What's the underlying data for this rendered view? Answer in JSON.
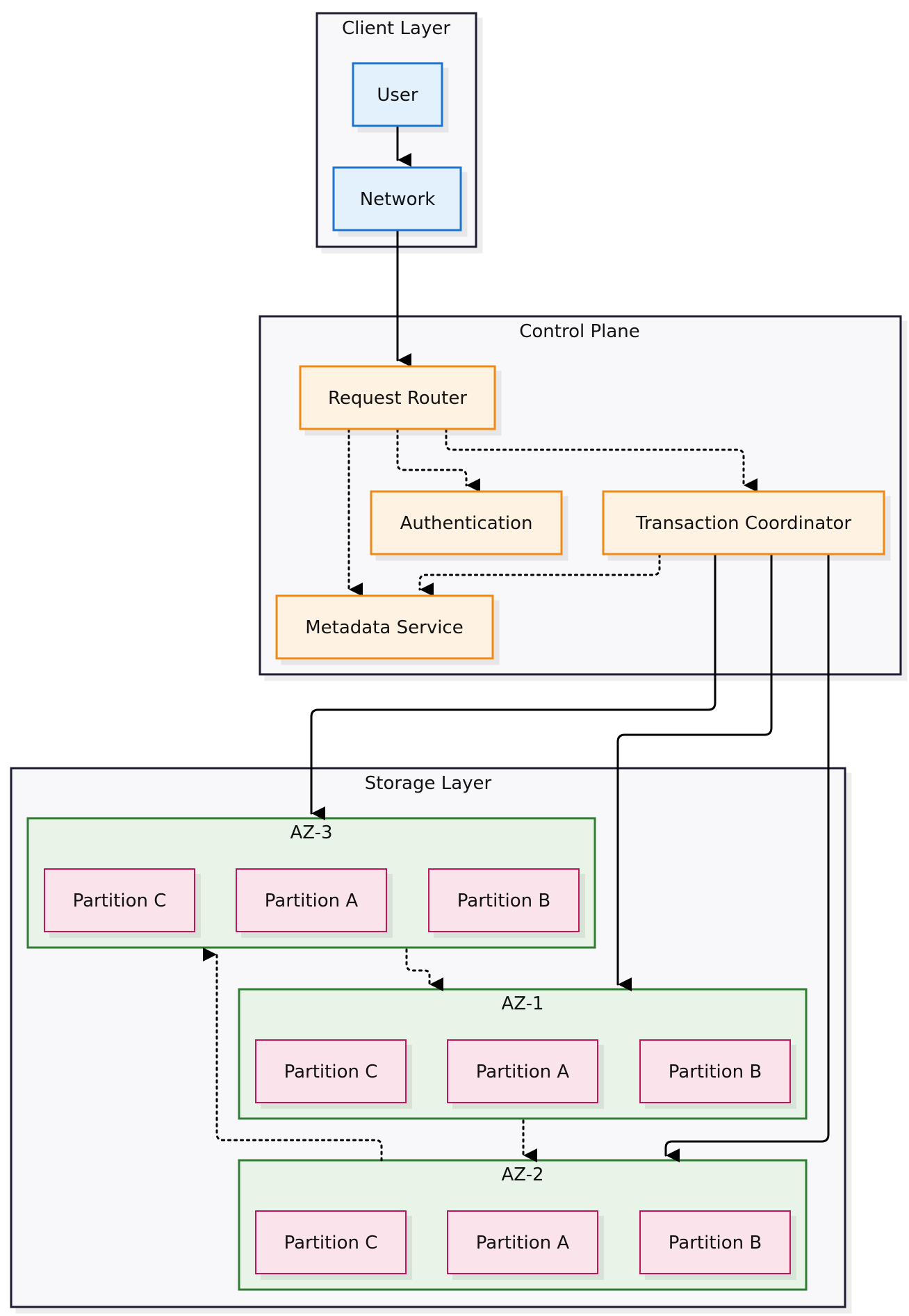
{
  "diagram": {
    "groups": {
      "client": {
        "label": "Client Layer"
      },
      "control": {
        "label": "Control Plane"
      },
      "storage": {
        "label": "Storage Layer"
      },
      "az3": {
        "label": "AZ-3"
      },
      "az1": {
        "label": "AZ-1"
      },
      "az2": {
        "label": "AZ-2"
      }
    },
    "nodes": {
      "user": "User",
      "network": "Network",
      "router": "Request Router",
      "auth": "Authentication",
      "txcoord": "Transaction Coordinator",
      "metadata": "Metadata Service",
      "az3_c": "Partition C",
      "az3_a": "Partition A",
      "az3_b": "Partition B",
      "az1_c": "Partition C",
      "az1_a": "Partition A",
      "az1_b": "Partition B",
      "az2_c": "Partition C",
      "az2_a": "Partition A",
      "az2_b": "Partition B"
    },
    "edges": [
      {
        "from": "User",
        "to": "Network",
        "style": "solid"
      },
      {
        "from": "Network",
        "to": "Request Router",
        "style": "solid"
      },
      {
        "from": "Request Router",
        "to": "Metadata Service",
        "style": "dotted"
      },
      {
        "from": "Request Router",
        "to": "Authentication",
        "style": "dotted"
      },
      {
        "from": "Request Router",
        "to": "Transaction Coordinator",
        "style": "dotted"
      },
      {
        "from": "Transaction Coordinator",
        "to": "Metadata Service",
        "style": "dotted"
      },
      {
        "from": "Transaction Coordinator",
        "to": "AZ-3",
        "style": "solid"
      },
      {
        "from": "Transaction Coordinator",
        "to": "AZ-1",
        "style": "solid"
      },
      {
        "from": "Transaction Coordinator",
        "to": "AZ-2",
        "style": "solid"
      },
      {
        "from": "AZ-3",
        "to": "AZ-1",
        "style": "dotted"
      },
      {
        "from": "AZ-1",
        "to": "AZ-2",
        "style": "dotted"
      },
      {
        "from": "AZ-2",
        "to": "AZ-3",
        "style": "dotted"
      }
    ],
    "colors": {
      "group_fill": "#f8f8fa",
      "group_stroke": "#1f1d33",
      "client_fill": "#e3f1fc",
      "client_stroke": "#1e76d0",
      "control_fill": "#fef3e3",
      "control_stroke": "#f08a12",
      "az_fill": "#e8f4e8",
      "az_stroke": "#2e7d32",
      "partition_fill": "#fbe3ec",
      "partition_stroke": "#c2185b"
    }
  }
}
